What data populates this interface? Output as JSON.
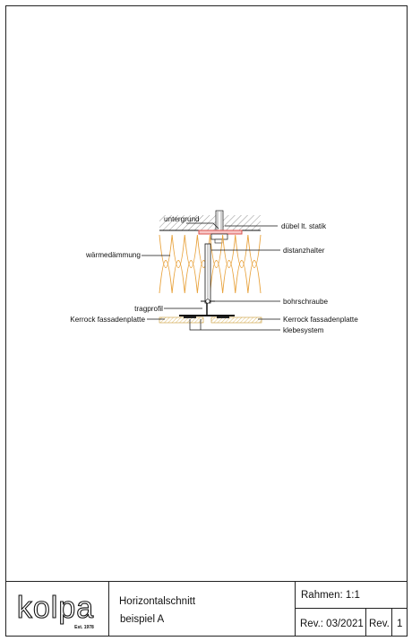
{
  "labels": {
    "untergrund": "untergrund",
    "duebel": "dübel lt. statik",
    "daemmung": "wärmedämmung",
    "distanzhalter": "distanzhalter",
    "bohrschraube": "bohrschraube",
    "tragprofil": "tragprofil",
    "platte_left": "Kerrock fassadenplatte",
    "platte_right": "Kerrock fassadenplatte",
    "klebesystem": "klebesystem"
  },
  "titleblock": {
    "logo_text": "kolpa",
    "logo_est": "Est. 1978",
    "title_line1": "Horizontalschnitt",
    "title_line2": "beispiel A",
    "scale": "Rahmen: 1:1",
    "rev_date": "Rev.: 03/2021",
    "rev_label": "Rev.",
    "rev_number": "1"
  },
  "colors": {
    "insulation": "#e8a23c",
    "panel": "#f2d27a",
    "bracket": "#d9534f",
    "line": "#111111"
  }
}
